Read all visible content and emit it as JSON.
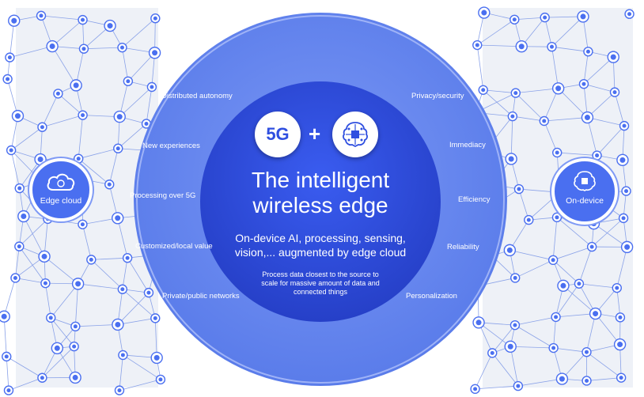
{
  "center": {
    "badge_5g": "5G",
    "plus": "+",
    "title_line1": "The intelligent",
    "title_line2": "wireless edge",
    "subtitle_line1": "On-device AI, processing, sensing,",
    "subtitle_line2": "vision,... augmented by edge cloud",
    "note_line1": "Process data closest to the source to",
    "note_line2": "scale for massive amount of data and",
    "note_line3": "connected things"
  },
  "left_ring_labels": [
    "Distributed autonomy",
    "New experiences",
    "Processing over 5G",
    "Customized/local value",
    "Private/public networks"
  ],
  "right_ring_labels": [
    "Privacy/security",
    "Immediacy",
    "Efficiency",
    "Reliability",
    "Personalization"
  ],
  "edge_cloud": {
    "label": "Edge cloud"
  },
  "on_device": {
    "label": "On-device"
  },
  "colors": {
    "outer_ring": "#6a8bf2",
    "inner_disc": "#2f4fe0",
    "network_bg": "#eef1f7",
    "node": "#4a6ff0",
    "line": "#8aa2e8"
  }
}
